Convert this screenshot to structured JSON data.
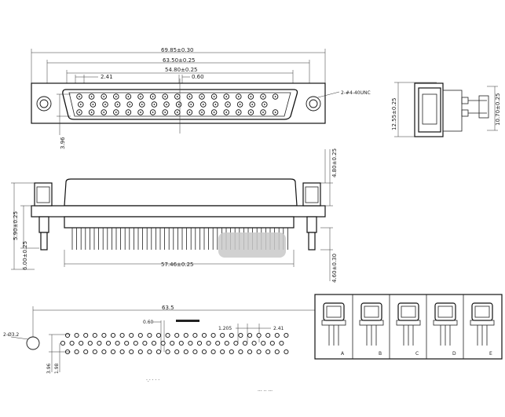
{
  "top_view": {
    "dim_overall": "69.85±0.30",
    "dim_flange": "63.50±0.25",
    "dim_shell": "54.80±0.25",
    "dim_pitch": "2.41",
    "dim_gap": "0.60",
    "dim_row": "3.96",
    "thread_callout": "2-#4-40UNC"
  },
  "side_view": {
    "dim_height": "12.55±0.25",
    "dim_depth": "10.70±0.25"
  },
  "front_view": {
    "dim_top": "4.80±0.25",
    "dim_body": "5.90±0.25",
    "dim_post": "6.00±0.25",
    "dim_pin_len": "4.60±0.30",
    "dim_width": "57.46±0.25"
  },
  "footprint": {
    "dim_span": "63.5",
    "dim_hole": "2-Ø3.2",
    "dim_gap": "0.60",
    "dim_note": "",
    "dim_pitch_a": "1.205",
    "dim_pitch_b": "2.41",
    "dim_row_a": "3.96",
    "dim_row_b": "1.98"
  },
  "variants": {
    "labels": [
      "A",
      "B",
      "C",
      "D",
      "E"
    ]
  }
}
